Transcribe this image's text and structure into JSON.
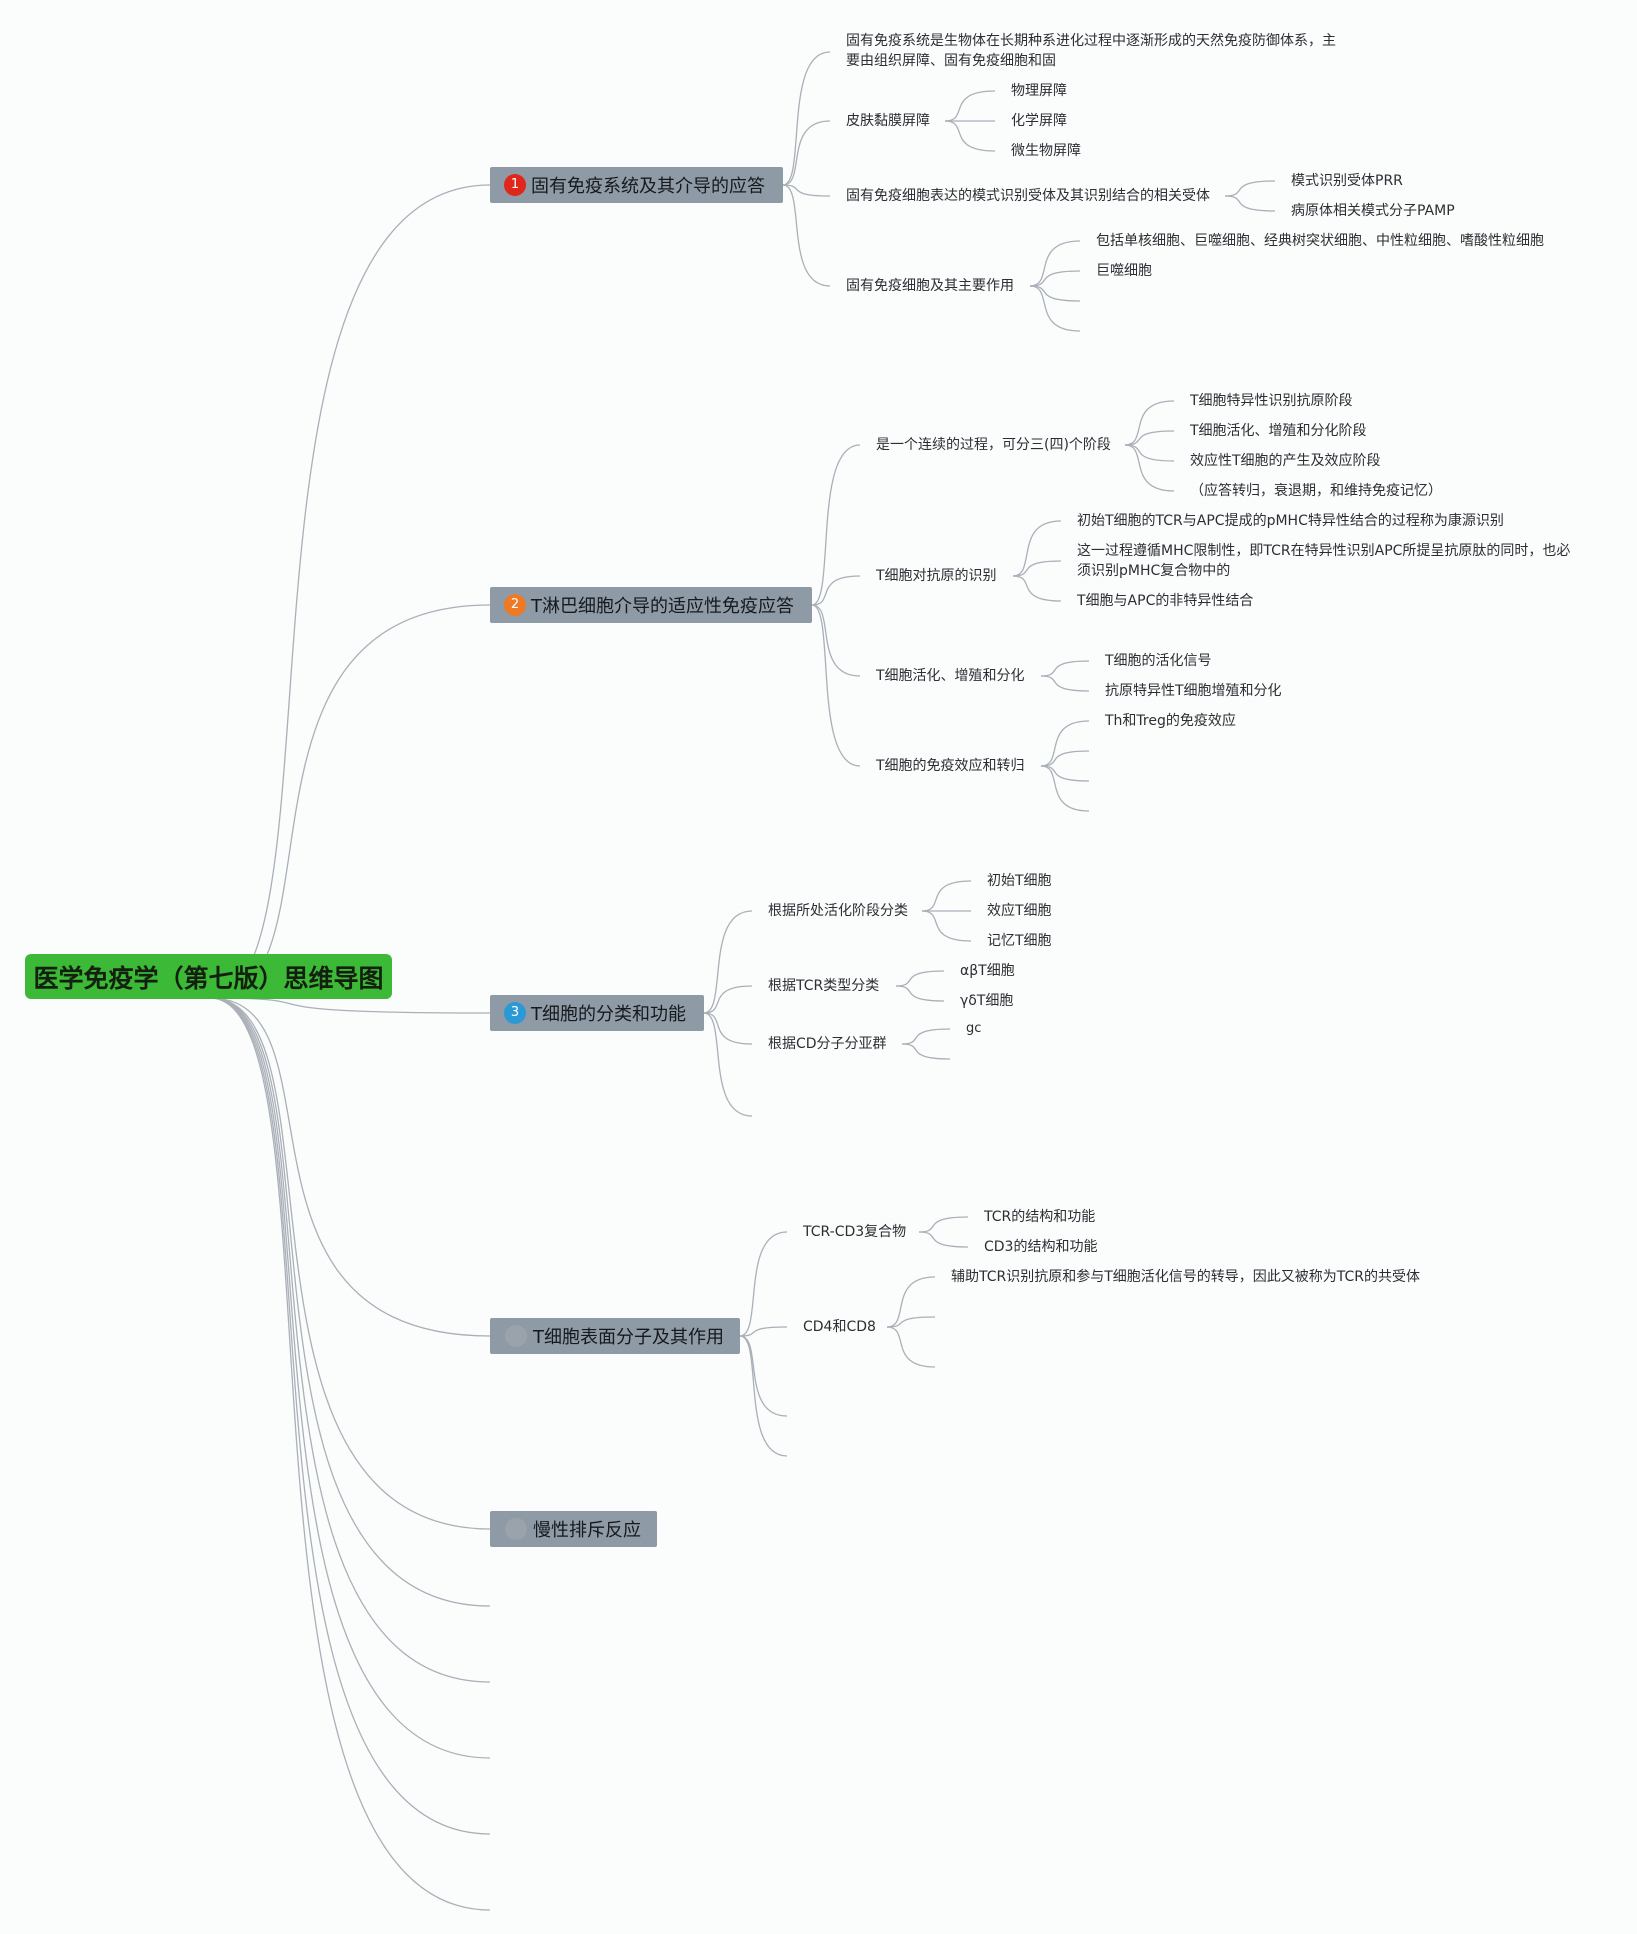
{
  "root": {
    "label": "医学免疫学（第七版）思维导图",
    "color": "#3cb936"
  },
  "colors": {
    "branch": "#8e9aa5",
    "link": "#a9b0b8",
    "badge1": "#e0271b",
    "badge2": "#ee7a26",
    "badge3": "#2b99d6",
    "badge_muted": "#9aa3ab"
  },
  "branches": [
    {
      "label": "固有免疫系统及其介导的应答",
      "badge": "1",
      "children": [
        {
          "label": "固有免疫系统是生物体在长期种系进化过程中逐渐形成的天然免疫防御体系，主要由组织屏障、固有免疫细胞和固"
        },
        {
          "label": "皮肤黏膜屏障",
          "children": [
            "物理屏障",
            "化学屏障",
            "微生物屏障"
          ]
        },
        {
          "label": "固有免疫细胞表达的模式识别受体及其识别结合的相关受体",
          "children": [
            "模式识别受体PRR",
            "病原体相关模式分子PAMP"
          ]
        },
        {
          "label": "固有免疫细胞及其主要作用",
          "children": [
            "包括单核细胞、巨噬细胞、经典树突状细胞、中性粒细胞、嗜酸性粒细胞",
            "巨噬细胞"
          ]
        }
      ]
    },
    {
      "label": "T淋巴细胞介导的适应性免疫应答",
      "badge": "2",
      "children": [
        {
          "label": "是一个连续的过程，可分三(四)个阶段",
          "children": [
            "T细胞特异性识别抗原阶段",
            "T细胞活化、增殖和分化阶段",
            "效应性T细胞的产生及效应阶段",
            "（应答转归，衰退期，和维持免疫记忆）"
          ]
        },
        {
          "label": "T细胞对抗原的识别",
          "children": [
            "初始T细胞的TCR与APC提成的pMHC特异性结合的过程称为康源识别",
            "这一过程遵循MHC限制性，即TCR在特异性识别APC所提呈抗原肽的同时，也必须识别pMHC复合物中的",
            "T细胞与APC的非特异性结合"
          ]
        },
        {
          "label": "T细胞活化、增殖和分化",
          "children": [
            "T细胞的活化信号",
            "抗原特异性T细胞增殖和分化"
          ]
        },
        {
          "label": "T细胞的免疫效应和转归",
          "children": [
            "Th和Treg的免疫效应"
          ]
        }
      ]
    },
    {
      "label": "T细胞的分类和功能",
      "badge": "3",
      "children": [
        {
          "label": "根据所处活化阶段分类",
          "children": [
            "初始T细胞",
            "效应T细胞",
            "记忆T细胞"
          ]
        },
        {
          "label": "根据TCR类型分类",
          "children": [
            "αβT细胞",
            "γδT细胞"
          ]
        },
        {
          "label": "根据CD分子分亚群",
          "children": [
            "gc"
          ]
        }
      ]
    },
    {
      "label": "T细胞表面分子及其作用",
      "badge": "",
      "children": [
        {
          "label": "TCR-CD3复合物",
          "children": [
            "TCR的结构和功能",
            "CD3的结构和功能"
          ]
        },
        {
          "label": "CD4和CD8",
          "children": [
            "辅助TCR识别抗原和参与T细胞活化信号的转导，因此又被称为TCR的共受体"
          ]
        }
      ]
    },
    {
      "label": "慢性排斥反应",
      "badge": "",
      "children": []
    }
  ]
}
